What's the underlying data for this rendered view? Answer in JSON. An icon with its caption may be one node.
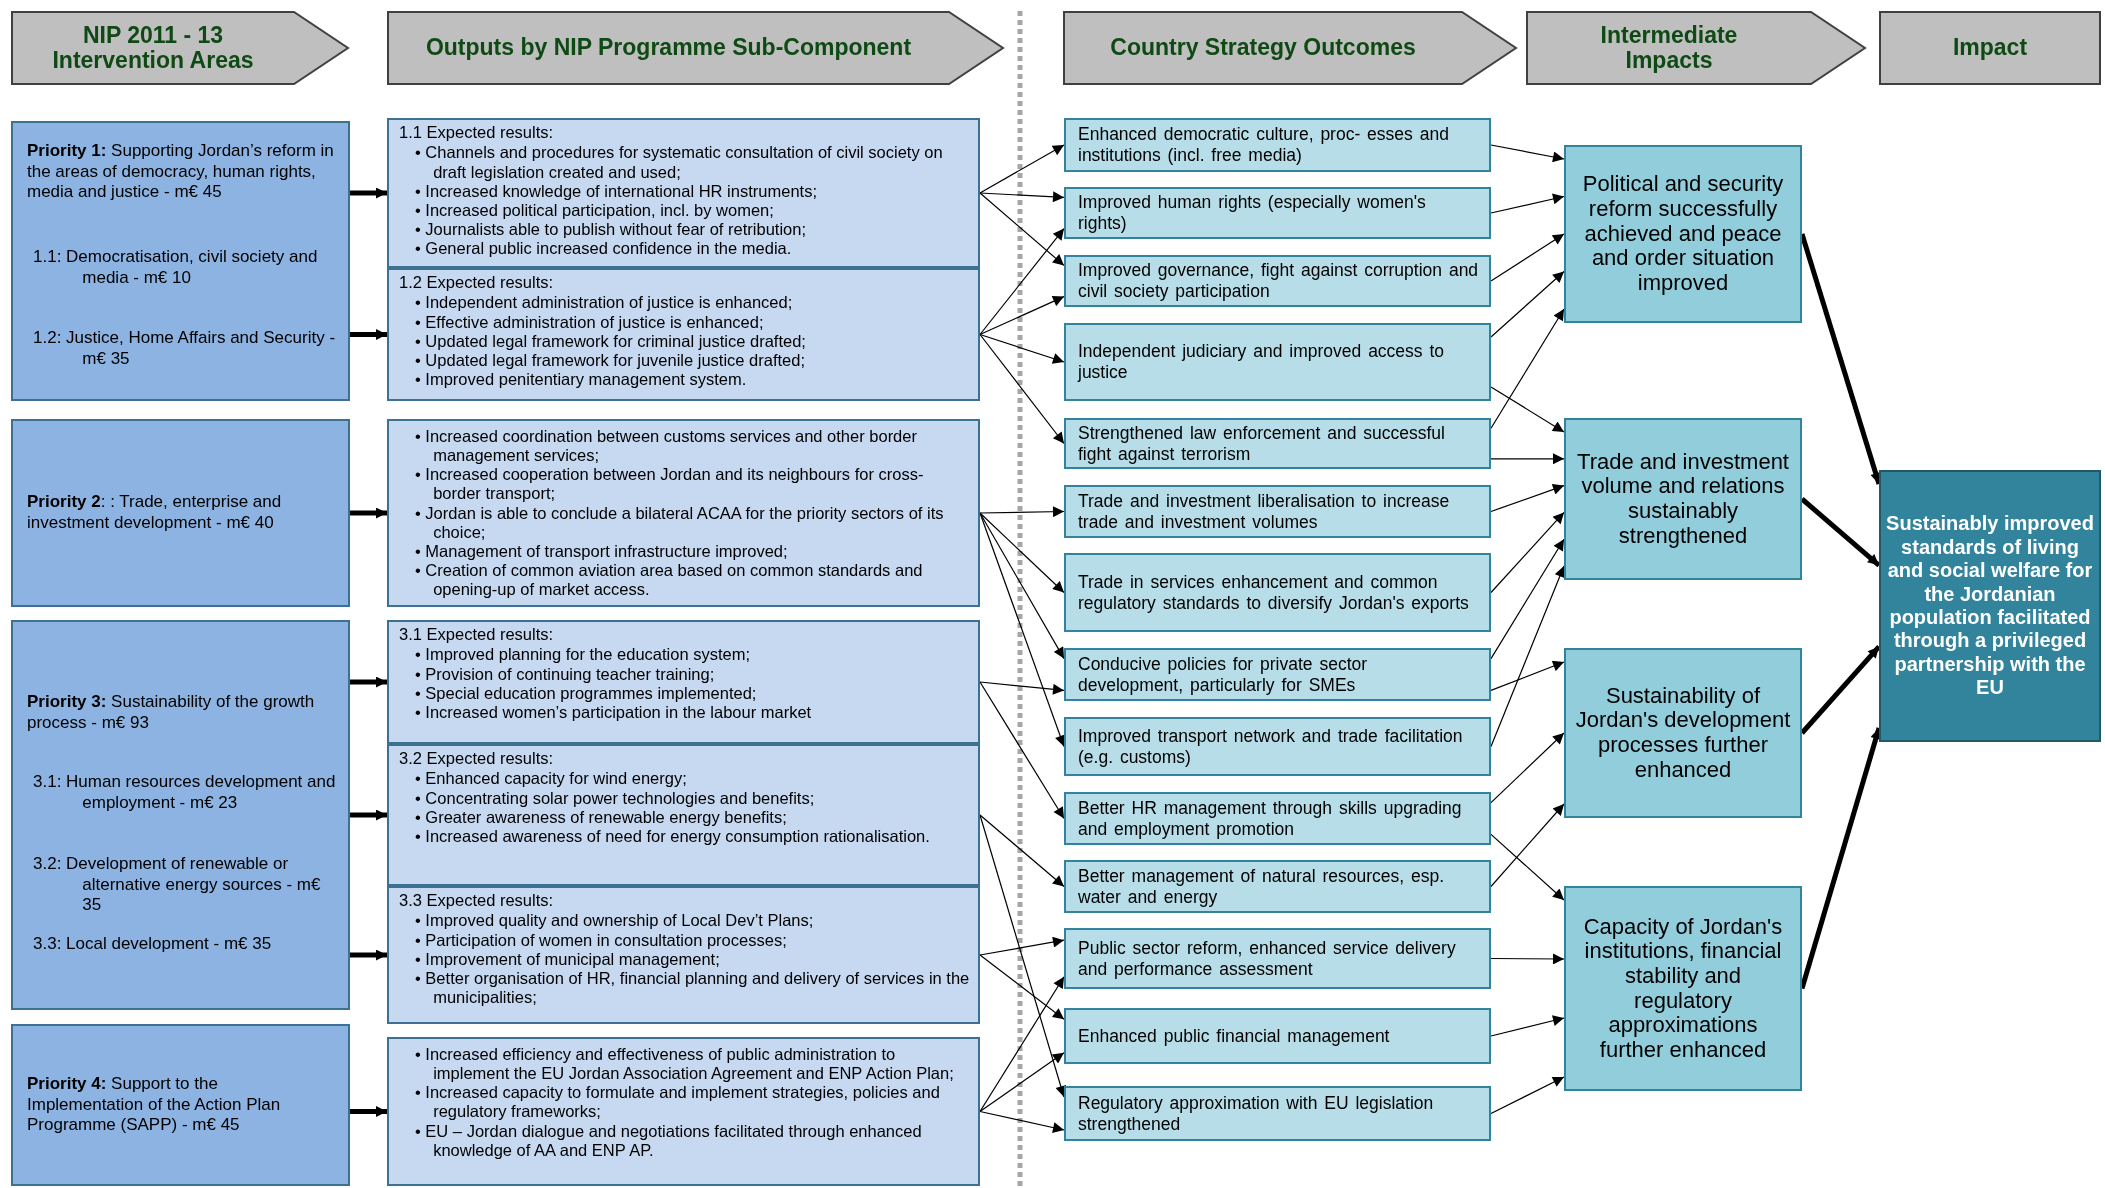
{
  "diagram": {
    "nodes": [
      {
        "text": [
          "NIP 2011 - 13 Intervention Areas"
        ]
      },
      {
        "text": [
          "Outputs by NIP Programme Sub-Component"
        ]
      },
      {
        "text": [
          "Country Strategy Outcomes"
        ]
      },
      {
        "text": [
          "Intermediate Impacts"
        ]
      },
      {
        "text": [
          "Impact"
        ]
      },
      {
        "text": [
          "**Priority 1:** Supporting Jordan’s reform in the areas of democracy, human rights, media and justice - m€ 45",
          "1.1: Democratisation, civil society and media - m€ 10",
          "1.2: Justice, Home Affairs and Security - m€ 35"
        ]
      },
      {
        "text": [
          "1.1 Expected results:",
          "• Channels and procedures for systematic consultation of civil society on draft legislation created and used;",
          "• Increased knowledge of international HR instruments;",
          "• Increased political participation, incl. by women;",
          "• Journalists able to publish without fear of retribution;",
          "• General public increased confidence in the media."
        ]
      },
      {
        "text": [
          "1.2 Expected results:",
          "• Independent administration of justice is enhanced;",
          "• Effective administration of justice is enhanced;",
          "• Updated legal framework for criminal justice drafted;",
          "• Updated legal framework for juvenile justice drafted;",
          "• Improved penitentiary management system."
        ]
      },
      {
        "text": [
          "**Priority 2**: : Trade, enterprise and investment development - m€ 40"
        ]
      },
      {
        "text": [
          "• Increased coordination between customs services and other border management services;",
          "• Increased cooperation between Jordan and its neighbours for cross-border transport;",
          "• Jordan is able to conclude a bilateral ACAA for the priority sectors of its choice;",
          "• Management of transport infrastructure improved;",
          "• Creation of common aviation area based on common standards and opening-up of market access."
        ]
      },
      {
        "text": [
          "**Priority 3:** Sustainability of the growth process - m€ 93",
          "3.1: Human resources development and employment - m€ 23",
          "3.2: Development of renewable or alternative energy sources - m€ 35",
          "3.3: Local development - m€ 35"
        ]
      },
      {
        "text": [
          "3.1 Expected results:",
          "• Improved planning for the education system;",
          "• Provision of continuing teacher training;",
          "• Special education programmes implemented;",
          "• Increased women’s participation in the labour market"
        ]
      },
      {
        "text": [
          "3.2 Expected results:",
          "• Enhanced capacity for wind energy;",
          "• Concentrating solar power technologies and benefits;",
          "• Greater awareness of renewable energy benefits;",
          "• Increased awareness of need for energy consumption rationalisation."
        ]
      },
      {
        "text": [
          "3.3 Expected results:",
          "• Improved quality and ownership of Local Dev’t Plans;",
          "• Participation of women in consultation processes;",
          "• Improvement of municipal management;",
          "• Better organisation of HR, financial planning and delivery of services in the municipalities;"
        ]
      },
      {
        "text": [
          "**Priority 4:** Support to the Implementation of the Action Plan Programme (SAPP) - m€ 45"
        ]
      },
      {
        "text": [
          "• Increased efficiency and effectiveness of public administration to implement the EU Jordan Association Agreement and ENP Action Plan;",
          "• Increased capacity to formulate and implement strategies, policies and regulatory frameworks;",
          "• EU – Jordan dialogue and negotiations facilitated through enhanced knowledge of AA and ENP AP."
        ]
      },
      {
        "text": [
          "Enhanced democratic culture, proc- esses and institutions (incl. free media)"
        ]
      },
      {
        "text": [
          "Improved human rights (especially women's rights)"
        ]
      },
      {
        "text": [
          "Improved governance, fight against corruption and civil society participation"
        ]
      },
      {
        "text": [
          "Independent judiciary and improved access to justice"
        ]
      },
      {
        "text": [
          "Strengthened law enforcement and successful fight against terrorism"
        ]
      },
      {
        "text": [
          "Trade and investment liberalisation to increase trade and investment volumes"
        ]
      },
      {
        "text": [
          "Trade in services enhancement and common regulatory standards to diversify Jordan's exports"
        ]
      },
      {
        "text": [
          "Conducive policies for private sector development, particularly for SMEs"
        ]
      },
      {
        "text": [
          "Improved transport network and trade facilitation (e.g. customs)"
        ]
      },
      {
        "text": [
          "Better HR management through skills upgrading and employment promotion"
        ]
      },
      {
        "text": [
          "Better management of natural resources, esp. water and energy"
        ]
      },
      {
        "text": [
          "Public sector reform, enhanced service delivery and performance assessment"
        ]
      },
      {
        "text": [
          "Enhanced public financial management"
        ]
      },
      {
        "text": [
          "Regulatory approximation with EU legislation strengthened"
        ]
      },
      {
        "text": [
          "Political and security reform successfully achieved and peace and order situation improved"
        ]
      },
      {
        "text": [
          "Trade and investment volume and relations sustainably strengthened"
        ]
      },
      {
        "text": [
          "Sustainability of Jordan's development processes further enhanced"
        ]
      },
      {
        "text": [
          "Capacity of Jordan's institutions, financial stability and regulatory approximations further enhanced"
        ]
      },
      {
        "text": [
          "Sustainably improved standards of living and social welfare for the Jordanian population facilitated through a privileged partnership with the EU"
        ]
      }
    ],
    "edges": [
      {
        "from": 5,
        "to": 6,
        "arrow": "to",
        "style": "thick"
      },
      {
        "from": 5,
        "to": 7,
        "arrow": "to",
        "style": "thick"
      },
      {
        "from": 8,
        "to": 9,
        "arrow": "to",
        "style": "thick"
      },
      {
        "from": 10,
        "to": 11,
        "arrow": "to",
        "style": "thick"
      },
      {
        "from": 10,
        "to": 12,
        "arrow": "to",
        "style": "thick"
      },
      {
        "from": 10,
        "to": 13,
        "arrow": "to",
        "style": "thick"
      },
      {
        "from": 14,
        "to": 15,
        "arrow": "to",
        "style": "thick"
      },
      {
        "from": 6,
        "to": 16,
        "arrow": "to"
      },
      {
        "from": 6,
        "to": 17,
        "arrow": "to"
      },
      {
        "from": 6,
        "to": 18,
        "arrow": "to"
      },
      {
        "from": 7,
        "to": 17,
        "arrow": "to"
      },
      {
        "from": 7,
        "to": 18,
        "arrow": "to"
      },
      {
        "from": 7,
        "to": 19,
        "arrow": "to"
      },
      {
        "from": 7,
        "to": 20,
        "arrow": "to"
      },
      {
        "from": 9,
        "to": 21,
        "arrow": "to"
      },
      {
        "from": 9,
        "to": 22,
        "arrow": "to"
      },
      {
        "from": 9,
        "to": 23,
        "arrow": "to"
      },
      {
        "from": 9,
        "to": 24,
        "arrow": "to"
      },
      {
        "from": 11,
        "to": 23,
        "arrow": "to"
      },
      {
        "from": 11,
        "to": 25,
        "arrow": "to"
      },
      {
        "from": 12,
        "to": 26,
        "arrow": "to"
      },
      {
        "from": 12,
        "to": 29,
        "arrow": "to"
      },
      {
        "from": 13,
        "to": 27,
        "arrow": "to"
      },
      {
        "from": 13,
        "to": 28,
        "arrow": "to"
      },
      {
        "from": 15,
        "to": 27,
        "arrow": "to"
      },
      {
        "from": 15,
        "to": 28,
        "arrow": "to"
      },
      {
        "from": 15,
        "to": 29,
        "arrow": "to"
      },
      {
        "from": 16,
        "to": 30,
        "arrow": "to"
      },
      {
        "from": 17,
        "to": 30,
        "arrow": "to"
      },
      {
        "from": 18,
        "to": 30,
        "arrow": "to"
      },
      {
        "from": 19,
        "to": 30,
        "arrow": "to"
      },
      {
        "from": 19,
        "to": 31,
        "arrow": "to"
      },
      {
        "from": 20,
        "to": 30,
        "arrow": "to"
      },
      {
        "from": 20,
        "to": 31,
        "arrow": "to"
      },
      {
        "from": 21,
        "to": 31,
        "arrow": "to"
      },
      {
        "from": 22,
        "to": 31,
        "arrow": "to"
      },
      {
        "from": 23,
        "to": 31,
        "arrow": "to"
      },
      {
        "from": 24,
        "to": 31,
        "arrow": "to"
      },
      {
        "from": 23,
        "to": 32,
        "arrow": "to"
      },
      {
        "from": 25,
        "to": 32,
        "arrow": "to"
      },
      {
        "from": 25,
        "to": 33,
        "arrow": "to"
      },
      {
        "from": 26,
        "to": 32,
        "arrow": "to"
      },
      {
        "from": 27,
        "to": 33,
        "arrow": "to"
      },
      {
        "from": 28,
        "to": 33,
        "arrow": "to"
      },
      {
        "from": 29,
        "to": 33,
        "arrow": "to"
      },
      {
        "from": 30,
        "to": 34,
        "arrow": "to",
        "style": "thick"
      },
      {
        "from": 31,
        "to": 34,
        "arrow": "to",
        "style": "thick"
      },
      {
        "from": 32,
        "to": 34,
        "arrow": "to",
        "style": "thick"
      },
      {
        "from": 33,
        "to": 34,
        "arrow": "to",
        "style": "thick"
      }
    ]
  }
}
